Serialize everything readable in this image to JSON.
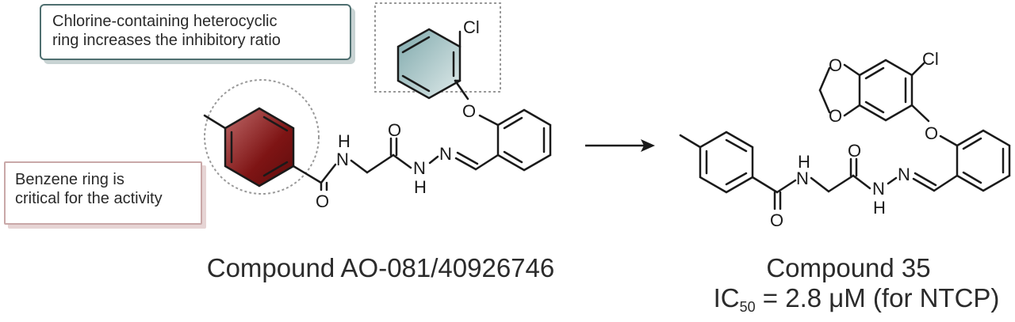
{
  "annotations": {
    "chlorine_note": {
      "line1": "Chlorine-containing heterocyclic",
      "line2": "ring increases the inhibitory ratio"
    },
    "benzene_note": {
      "line1": "Benzene ring is",
      "line2": "critical for the activity"
    }
  },
  "atom_labels": {
    "chlorine": "Cl",
    "oxygen": "O",
    "nitrogen": "N",
    "hydrogen": "H"
  },
  "captions": {
    "left_compound": "Compound AO-081/40926746",
    "right_compound": "Compound 35",
    "ic50_prefix": "IC",
    "ic50_subscript": "50",
    "ic50_value": " = 2.8 μM (for NTCP)"
  },
  "colors": {
    "bond": "#1a1a1a",
    "highlight_benzene": "#8b1d1d",
    "highlight_chlorophenyl": "#a9c7c9",
    "note_border_teal": "#4f6f70",
    "note_border_pink": "#c9a8a8"
  }
}
